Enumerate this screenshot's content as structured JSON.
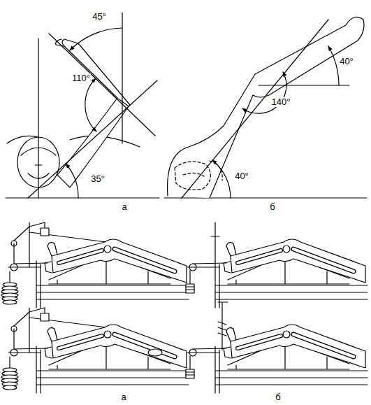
{
  "diagram": {
    "labels": [
      "45°",
      "110°",
      "35°",
      "а",
      "40°",
      "140°",
      "40°",
      "б",
      "а",
      "б"
    ]
  }
}
